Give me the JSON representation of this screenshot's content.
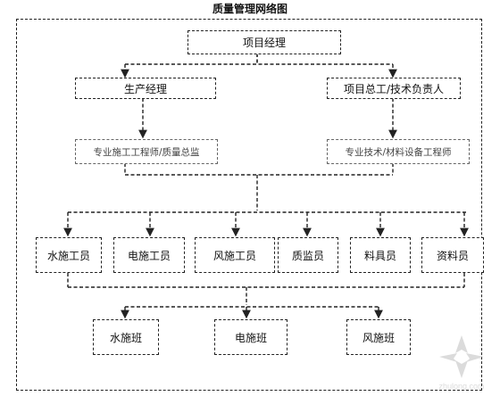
{
  "title": "质量管理网络图",
  "boxes": {
    "pm": "项目经理",
    "production_manager": "生产经理",
    "chief_engineer": "项目总工/技术负责人",
    "construction_engineer": "专业施工工程师/质量总监",
    "tech_engineer": "专业技术/材料设备工程师",
    "water_worker": "水施工员",
    "electric_worker": "电施工员",
    "duct_worker": "风施工员",
    "inspector": "质监员",
    "material_clerk": "料具员",
    "document_clerk": "资料员",
    "water_team": "水施班",
    "electric_team": "电施班",
    "duct_team": "风施班"
  },
  "watermark_text": "zhulong.com",
  "colors": {
    "line": "#222222",
    "muted_border": "#666666"
  }
}
